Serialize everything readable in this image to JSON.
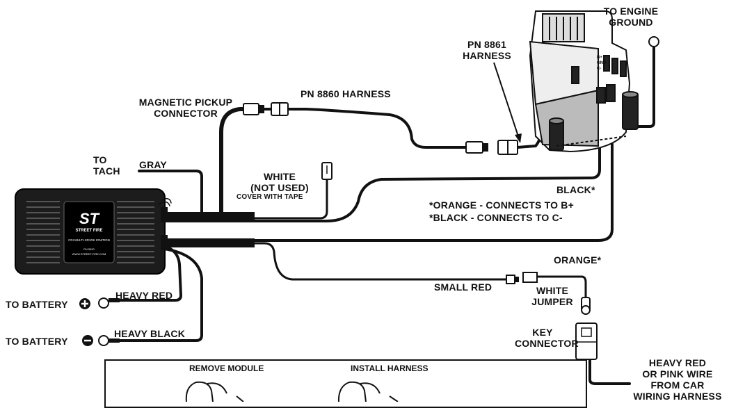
{
  "labels": {
    "to_engine_ground": [
      "TO ENGINE",
      "GROUND"
    ],
    "pn8861": [
      "PN 8861",
      "HARNESS"
    ],
    "pn8860": "PN 8860 HARNESS",
    "magnetic_pickup": [
      "MAGNETIC PICKUP",
      "CONNECTOR"
    ],
    "to_tach": [
      "TO",
      "TACH"
    ],
    "gray": "GRAY",
    "white_not_used": [
      "WHITE",
      "(NOT USED)"
    ],
    "cover_with_tape": "COVER WITH TAPE",
    "black_star": "BLACK*",
    "note_orange": "*ORANGE - CONNECTS TO B+",
    "note_black": "*BLACK - CONNECTS TO C-",
    "orange_star": "ORANGE*",
    "small_red": "SMALL RED",
    "white_jumper": [
      "WHITE",
      "JUMPER"
    ],
    "key_connector": [
      "KEY",
      "CONNECTOR"
    ],
    "heavy_red_or_pink": [
      "HEAVY RED",
      "OR PINK WIRE",
      "FROM CAR",
      "WIRING HARNESS"
    ],
    "heavy_red": "HEAVY RED",
    "heavy_black": "HEAVY BLACK",
    "to_battery_pos": "TO BATTERY",
    "to_battery_neg": "TO BATTERY",
    "remove_module": "REMOVE MODULE",
    "install_harness": "INSTALL HARNESS"
  },
  "module_face": {
    "logo": "ST",
    "brand": "STREET FIRE",
    "product": "CDI MULTI-SPARK IGNITION",
    "part_no": "PN 5520",
    "url": "WWW.STREET-FIRE.COM"
  },
  "coil_terminals": [
    "B+",
    "GND",
    "C-"
  ],
  "colors": {
    "line": "#111111",
    "background": "#ffffff",
    "module": "#1c1c1c"
  }
}
